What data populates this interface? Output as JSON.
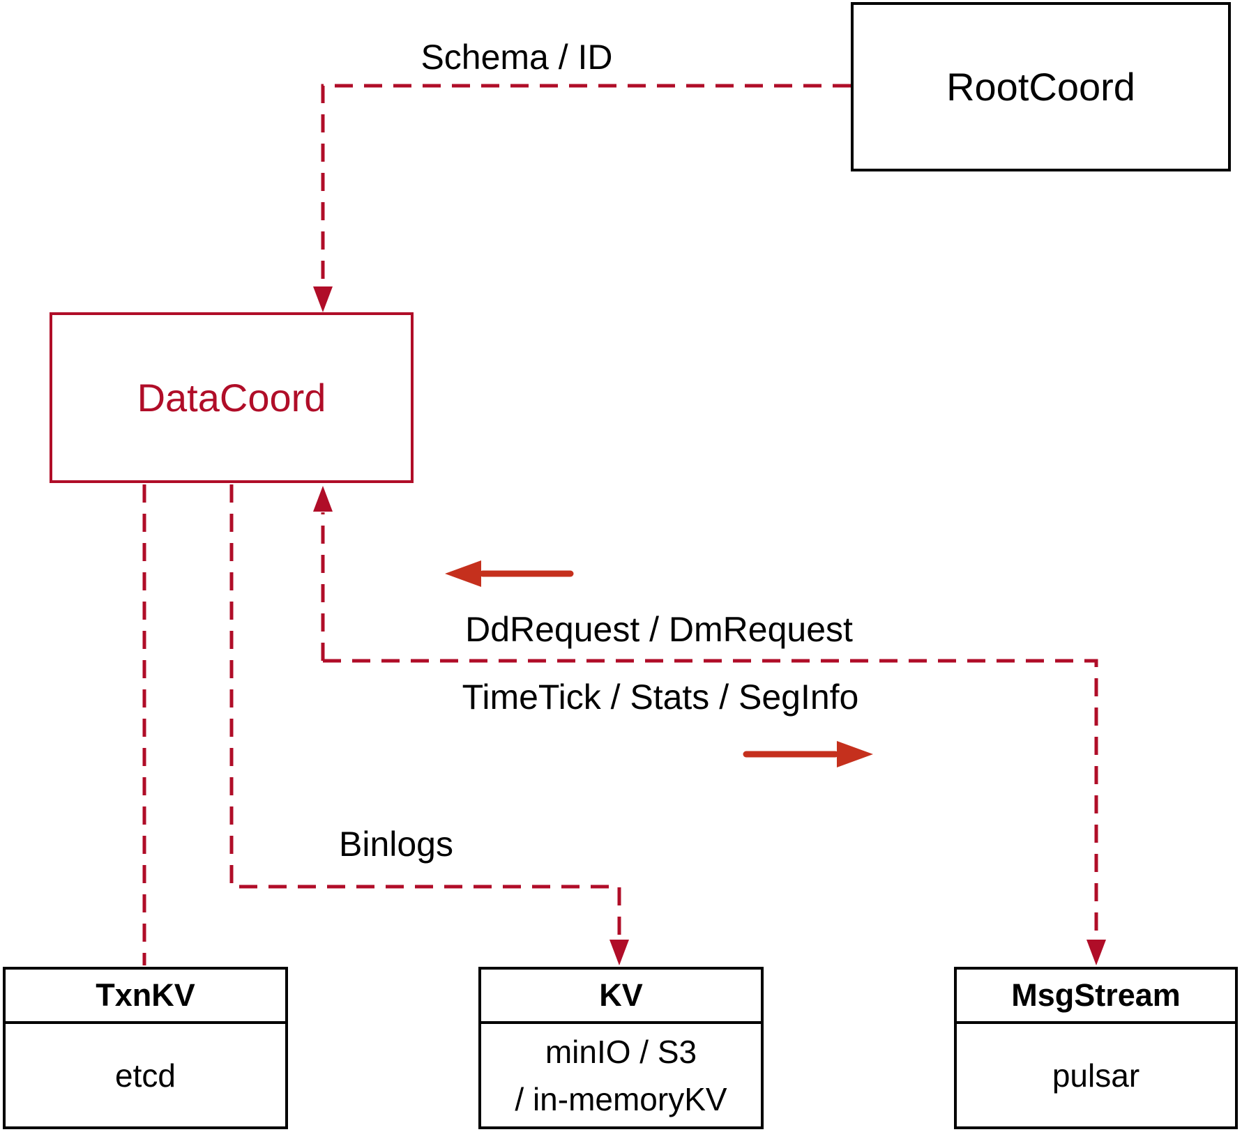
{
  "diagram": {
    "background": "#ffffff",
    "colors": {
      "dashed_line": "#b00d28",
      "solid_arrow": "#c5301d",
      "box_border_black": "#000000"
    },
    "nodes": {
      "rootcoord": {
        "label": "RootCoord"
      },
      "datacoord": {
        "label": "DataCoord"
      },
      "txnkv": {
        "title": "TxnKV",
        "body": "etcd"
      },
      "kv": {
        "title": "KV",
        "body_line1": "minIO / S3",
        "body_line2": "/ in-memoryKV"
      },
      "msgstream": {
        "title": "MsgStream",
        "body": "pulsar"
      }
    },
    "edge_labels": {
      "schema_id": "Schema / ID",
      "dd_dm_request": "DdRequest / DmRequest",
      "timetick_stats_seginfo": "TimeTick / Stats / SegInfo",
      "binlogs": "Binlogs"
    }
  }
}
